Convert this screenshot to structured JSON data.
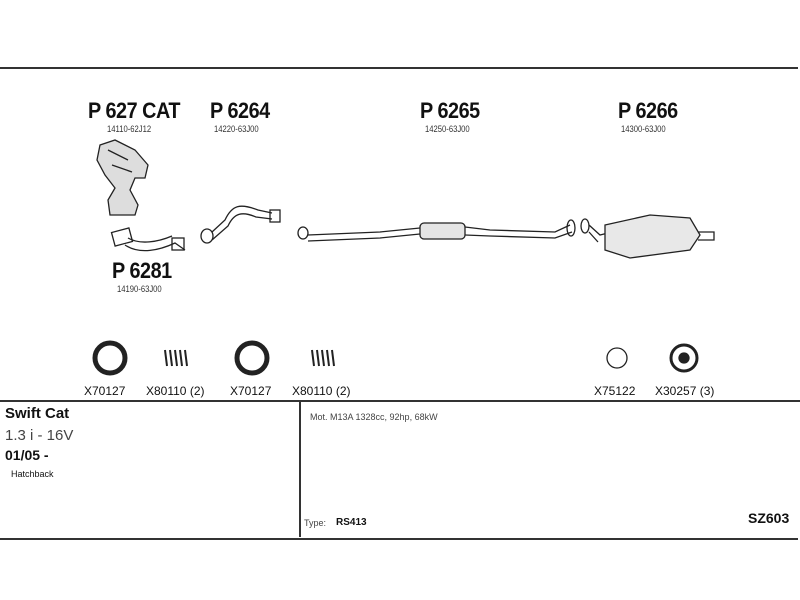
{
  "parts": [
    {
      "code": "P 627 CAT",
      "ref": "14110-62J12"
    },
    {
      "code": "P 6264",
      "ref": "14220-63J00"
    },
    {
      "code": "P 6265",
      "ref": "14250-63J00"
    },
    {
      "code": "P 6266",
      "ref": "14300-63J00"
    },
    {
      "code": "P 6281",
      "ref": "14190-63J00"
    }
  ],
  "accessories": [
    {
      "code": "X70127",
      "icon": "gasket-ring-icon"
    },
    {
      "code": "X80110 (2)",
      "icon": "spring-icon"
    },
    {
      "code": "X70127",
      "icon": "gasket-ring-icon"
    },
    {
      "code": "X80110 (2)",
      "icon": "spring-icon"
    },
    {
      "code": "X75122",
      "icon": "o-ring-icon"
    },
    {
      "code": "X30257 (3)",
      "icon": "rubber-hanger-icon"
    }
  ],
  "vehicle": {
    "model": "Swift Cat",
    "engine": "1.3 i - 16V",
    "date": "01/05 -",
    "body": "Hatchback"
  },
  "details": {
    "motor": "Mot. M13A 1328cc, 92hp, 68kW",
    "type_label": "Type:",
    "type_value": "RS413",
    "code": "SZ603"
  }
}
